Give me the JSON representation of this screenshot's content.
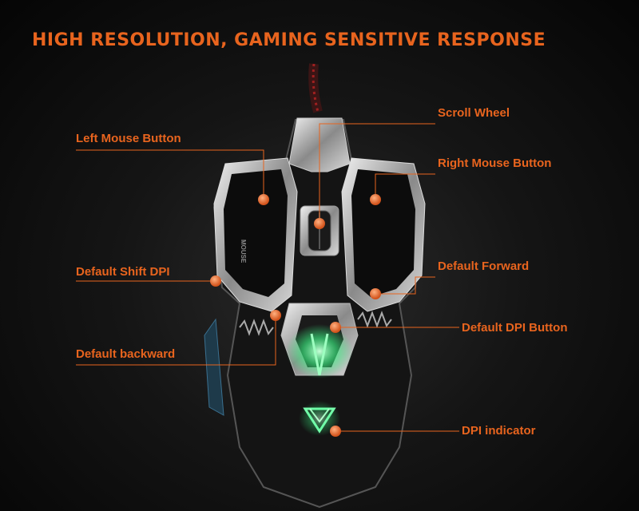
{
  "title": "HIGH RESOLUTION, GAMING SENSITIVE RESPONSE",
  "product_text": "MOUSE",
  "accent_color": "#e8641e",
  "glow_color": "#7dffb0",
  "labels": {
    "left_mouse_button": "Left Mouse Button",
    "scroll_wheel": "Scroll Wheel",
    "right_mouse_button": "Right Mouse Button",
    "default_shift_dpi": "Default Shift DPI",
    "default_forward": "Default Forward",
    "default_dpi_button": "Default DPI Button",
    "default_backward": "Default backward",
    "dpi_indicator": "DPI indicator"
  }
}
